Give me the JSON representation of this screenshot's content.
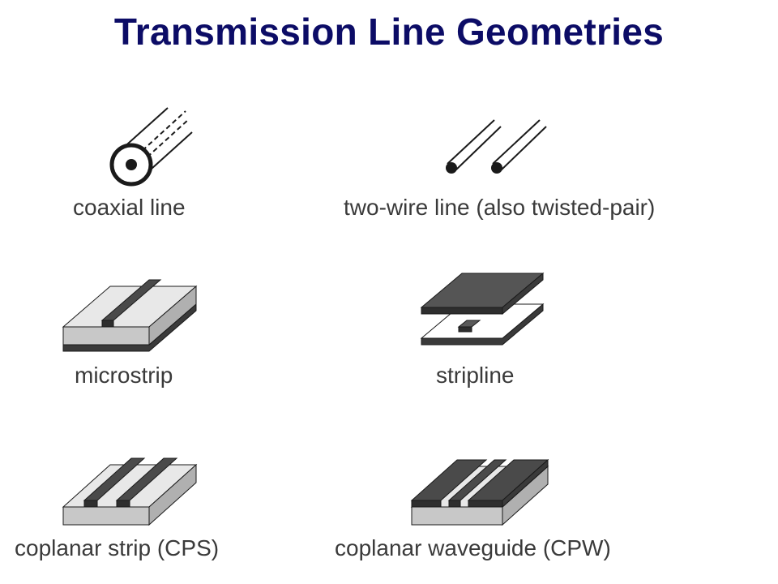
{
  "title": "Transmission Line Geometries",
  "geometries": [
    {
      "label": "coaxial line",
      "icon": "coaxial-line-icon"
    },
    {
      "label": "two-wire line (also twisted-pair)",
      "icon": "two-wire-line-icon"
    },
    {
      "label": "microstrip",
      "icon": "microstrip-icon"
    },
    {
      "label": "stripline",
      "icon": "stripline-icon"
    },
    {
      "label": "coplanar strip (CPS)",
      "icon": "coplanar-strip-icon"
    },
    {
      "label": "coplanar waveguide (CPW)",
      "icon": "coplanar-waveguide-icon"
    }
  ],
  "colors": {
    "title": "#0c0c66",
    "label": "#3a3a3a",
    "dielectric": "#c8c8c8",
    "dielectric_top": "#e6e6e6",
    "conductor": "#505050",
    "line": "#1a1a1a"
  }
}
